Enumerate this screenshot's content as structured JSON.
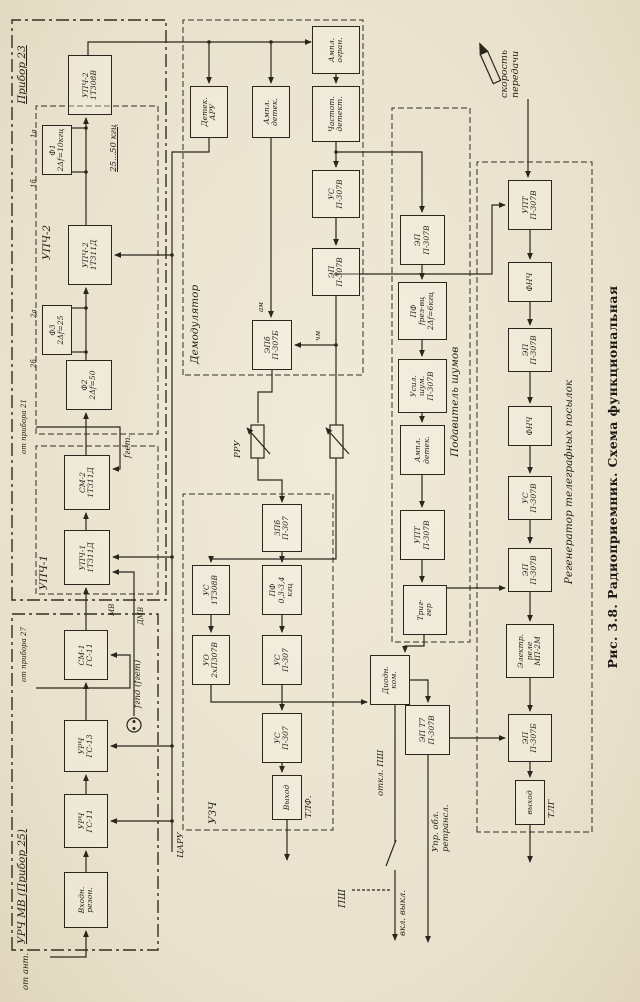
{
  "figure": {
    "caption": "Рис. 3.8. Радиоприемник. Схема функциональная"
  },
  "sections": {
    "pribor23": "Прибор 23",
    "upch1": "УПЧ-1",
    "upch2": "УПЧ-2",
    "urch_mv": "УРЧ МВ (Прибор 25)",
    "demodulator": "Демодулятор",
    "uzch": "УЗЧ",
    "noise_suppressor": "Подавитель шумов",
    "regenerator": "Регенератор телеграфных посылок"
  },
  "blocks": {
    "vhodn_rezon": "Входн.\nрезон.",
    "urch_gs11": "УРЧ\nГС-11",
    "urch_gs13": "УРЧ\nГС-13",
    "sm1": "СМ-1\nГС-11",
    "upch1_amp": "УПЧ-1\n1Т311Д",
    "sm2": "СМ-2\n1Т311Д",
    "f2": "Ф2\n2Δf=50",
    "f3": "Ф3\n2Δf=25",
    "upch2_amp1": "УПЧ-2\n1Т311Д",
    "f1": "Ф1\n2Δf=10кгц",
    "upch2_amp2": "УПЧ-2\n1Т308В",
    "detek_aru": "Детек.\nАРУ",
    "ampl_detek_am": "Ампл.\nдетек.",
    "chastot_detekt": "Частот.\nдетект.",
    "ampl_ogran": "Ампл.\nогран.",
    "us_demod": "УС\nП-307В",
    "ep_demod": "ЭП\nП-307В",
    "epb": "ЭПб\nП-307Б",
    "zpb": "ЗПб\nП-307",
    "us_uzch1": "УС\n1Т308В",
    "pf_uzch": "ПФ\n0,3-3,4\nкгц",
    "uo": "УО\n2хП307В",
    "us_p307_1": "УС\nП-307",
    "us_p307_2": "УС\nП-307",
    "vyhod_tlf": "Выход",
    "diodn_kom": "Диодн.\nком.",
    "ep_t7": "ЭП Т7\nП-307В",
    "ep_noise": "ЭП\nП-307В",
    "pf_noise": "ПФ\nfрез-вц\n2Δf=6кгц",
    "usil_shum": "Усил.\nшум.\nП-307В",
    "ampl_detek_noise": "Ампл.\nдетек.",
    "upt_noise": "УПТ\nП-307В",
    "trigger": "Триг-\nгер",
    "upt_regen": "УПТ\nП-307В",
    "fnch1": "ФНЧ",
    "ep_regen1": "ЭП\nП-307В",
    "fnch2": "ФНЧ",
    "us_regen": "УС\nП-307В",
    "ep_regen2": "ЭП\nП-307В",
    "elektr_rele": "Электр.\nреле\nМП-2М",
    "ep_regen3": "ЭП\nП-307Б",
    "vyhod_tlg": "выход"
  },
  "labels": {
    "ot_ant": "от ант.",
    "ot_pribora27": "от прибора 27",
    "fgpd": "fгпд (fгет)",
    "ot_pribora21": "от прибора 21",
    "fget": "fгет.",
    "mv": "МВ",
    "dmv": "ДМВ",
    "band_25_50": "25...50 кгц",
    "port_1a": "1а",
    "port_1b": "1б",
    "port_2a": "2а",
    "port_2b": "2б",
    "tsaru": "ЦАРУ",
    "am": "ам",
    "chm": "чм",
    "rru": "РРУ",
    "tlf": "ТЛФ.",
    "tlg": "ТЛГ",
    "otkl_psh": "откл. ПШ",
    "upr_retransl": "Упр. обл.\nретрансл.",
    "psh": "ПШ",
    "vkl_vykl": "вкл. выкл.",
    "skorost": "скорость\nпередачи"
  }
}
